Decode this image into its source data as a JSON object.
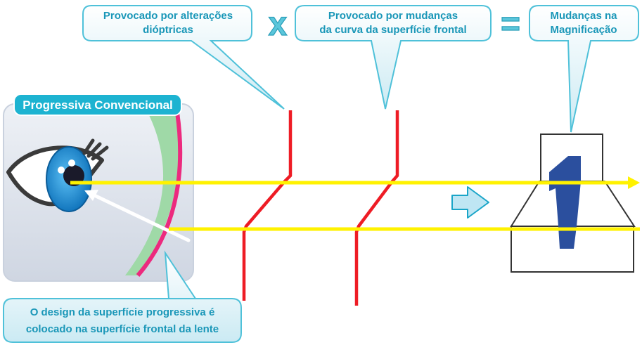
{
  "colors": {
    "bubble_fill": "#dcf1f7",
    "bubble_stroke": "#4fc1d9",
    "bubble_text": "#1a97b8",
    "symbol": "#5bc6db",
    "tag_fill": "#1db3d1",
    "ray": "#fff200",
    "refraction_line": "#ee1c25",
    "lens_pink": "#ec2a7e",
    "lens_green": "#9fd9a7",
    "iris": "#1b8fd6",
    "magnifier_digit": "#2b4f9e"
  },
  "bubbles": {
    "diopter": {
      "line1": "Provocado por alterações",
      "line2": "dióptricas"
    },
    "curve": {
      "line1": "Provocado por mudanças",
      "line2": "da curva da superfície frontal"
    },
    "magnification": {
      "line1": "Mudanças na",
      "line2": "Magnificação"
    },
    "design": {
      "line1": "O design da superfície progressiva é",
      "line2": "colocado na superfície frontal da lente"
    }
  },
  "symbols": {
    "times": "x",
    "equals": "="
  },
  "panel": {
    "title": "Progressiva Convencional"
  },
  "magnified_object": {
    "label": "1"
  }
}
